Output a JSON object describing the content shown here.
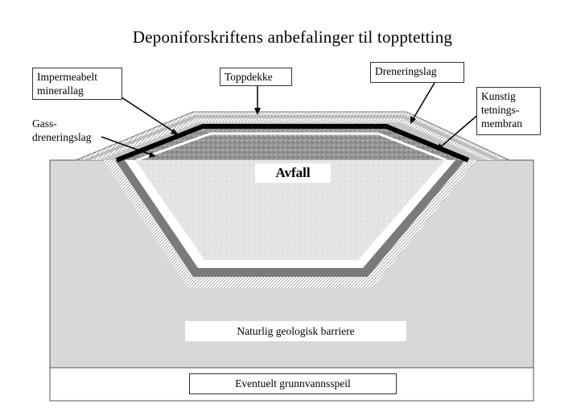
{
  "title": "Deponiforskriftens anbefalinger til topptetting",
  "labels": {
    "impermeabelt_line1": "Impermeabelt",
    "impermeabelt_line2": "minerallag",
    "toppdekke": "Toppdekke",
    "dreneringslag": "Dreneringslag",
    "kunstig_line1": "Kunstig",
    "kunstig_line2": "tetnings-",
    "kunstig_line3": "membran",
    "gass_line1": "Gass-",
    "gass_line2": "dreneringslag",
    "avfall": "Avfall",
    "barriere": "Naturlig geologisk barriere",
    "grunnvann": "Eventuelt grunnvannsspeil"
  },
  "colors": {
    "ground": "#d8d8d8",
    "waste_fill": "#e2e2e2",
    "cover_top": "#b9b9b9",
    "membrane": "#000000",
    "liner": "#7a7a7a",
    "hatch": "#a8a8a8"
  }
}
